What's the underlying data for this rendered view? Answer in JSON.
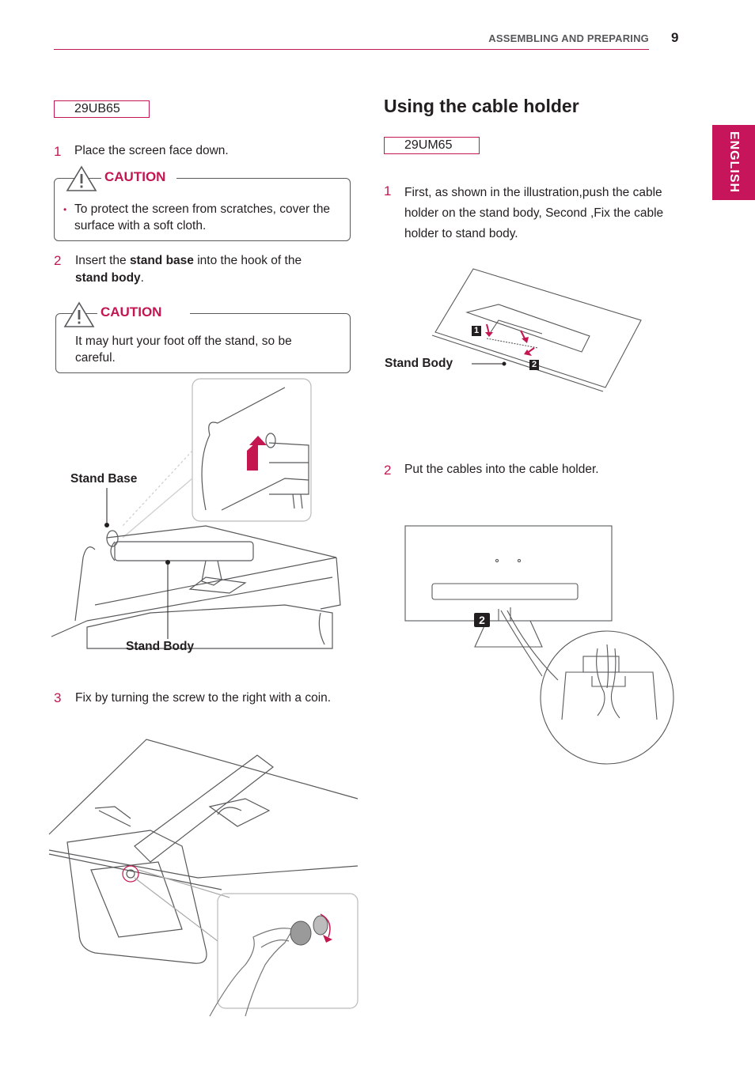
{
  "header": {
    "title": "ASSEMBLING AND PREPARING",
    "page_number": "9"
  },
  "language_tab": "ENGLISH",
  "left": {
    "model": "29UB65",
    "step1": {
      "num": "1",
      "text": "Place the screen face down."
    },
    "caution1": {
      "label": "CAUTION",
      "bullet": "•",
      "text": "To protect the screen from scratches, cover the surface with a soft cloth."
    },
    "step2": {
      "num": "2",
      "text_a": "Insert the ",
      "bold_a": "stand base",
      "text_b": " into the hook of the ",
      "bold_b": "stand body",
      "text_c": "."
    },
    "caution2": {
      "label": "CAUTION",
      "text": "It may hurt your foot off the stand, so be careful."
    },
    "figure1": {
      "label_stand_base": "Stand Base",
      "label_stand_body": "Stand Body"
    },
    "step3": {
      "num": "3",
      "text": "Fix by turning the screw to the right with a coin."
    }
  },
  "right": {
    "section_title": "Using the cable holder",
    "model": "29UM65",
    "step1": {
      "num": "1",
      "text": "First, as shown in the illustration,push  the cable holder on the stand body, Second ,Fix the cable holder to stand body."
    },
    "figure1": {
      "label_stand_body": "Stand Body",
      "marker1": "1",
      "marker2": "2"
    },
    "step2": {
      "num": "2",
      "text": "Put the cables into the cable holder."
    },
    "figure2": {
      "marker2": "2"
    }
  },
  "colors": {
    "accent": "#c4164f",
    "tab": "#c6155a",
    "text": "#231f20",
    "line": "#58595b"
  }
}
